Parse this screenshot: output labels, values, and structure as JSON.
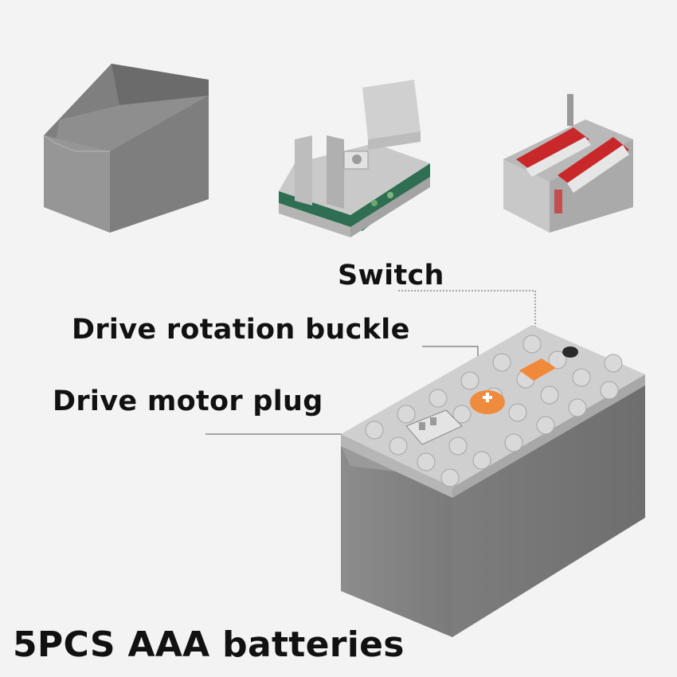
{
  "callouts": {
    "switch": "Switch",
    "drive_rotation_buckle": "Drive rotation buckle",
    "drive_motor_plug": "Drive motor plug"
  },
  "footer_caption": "5PCS AAA batteries",
  "colors": {
    "background": "#f3f3f3",
    "plastic_grey": "#8a8a8a",
    "light_grey": "#c6c6c6",
    "switch_orange": "#f08a3a",
    "battery_red": "#c8282a",
    "text": "#111111"
  }
}
